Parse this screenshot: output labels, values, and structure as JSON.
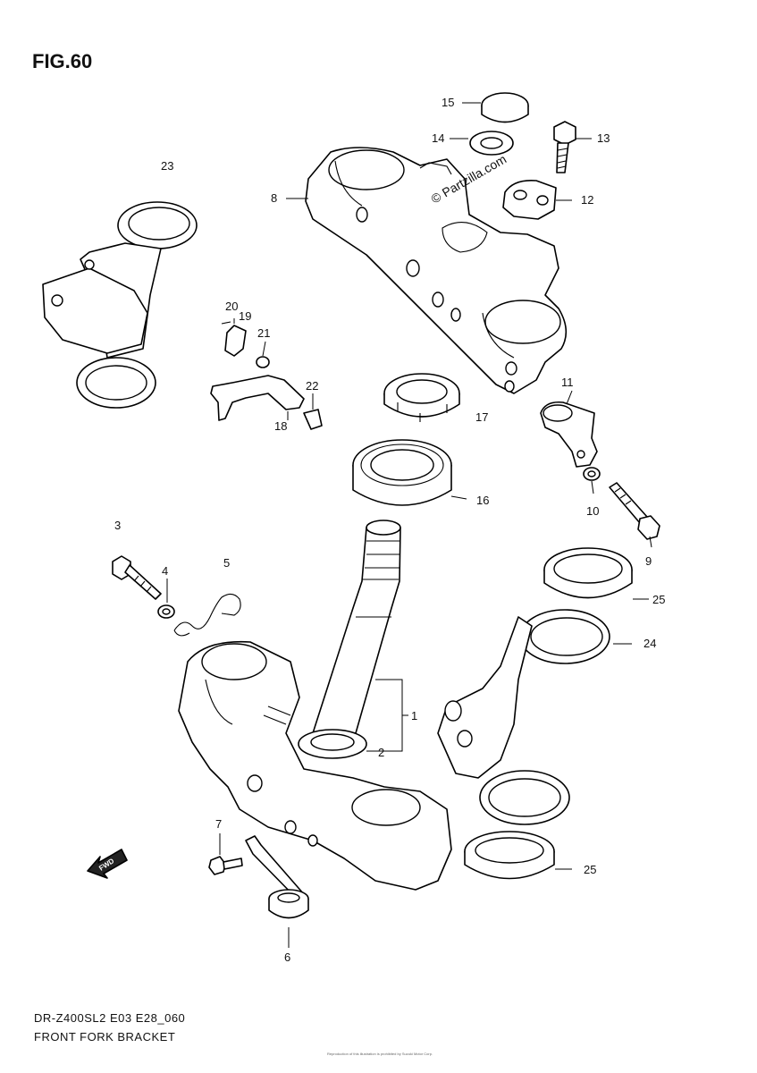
{
  "figure": {
    "title": "FIG.60",
    "watermark": "© Partzilla.com",
    "footer_line1": "DR-Z400SL2 E03 E28_060",
    "footer_line2": "FRONT FORK BRACKET",
    "fwd_arrow": "FWD",
    "copyright_note": "Reproduction of this illustration is prohibited by Suzuki Motor Corp."
  },
  "callouts": {
    "c1": "1",
    "c2": "2",
    "c3": "3",
    "c4": "4",
    "c5": "5",
    "c6": "6",
    "c7": "7",
    "c8": "8",
    "c9": "9",
    "c10": "10",
    "c11": "11",
    "c12": "12",
    "c13": "13",
    "c14": "14",
    "c15": "15",
    "c16": "16",
    "c17": "17",
    "c18": "18",
    "c19": "19",
    "c20": "20",
    "c21": "21",
    "c22": "22",
    "c23": "23",
    "c24": "24",
    "c25a": "25",
    "c25b": "25"
  }
}
